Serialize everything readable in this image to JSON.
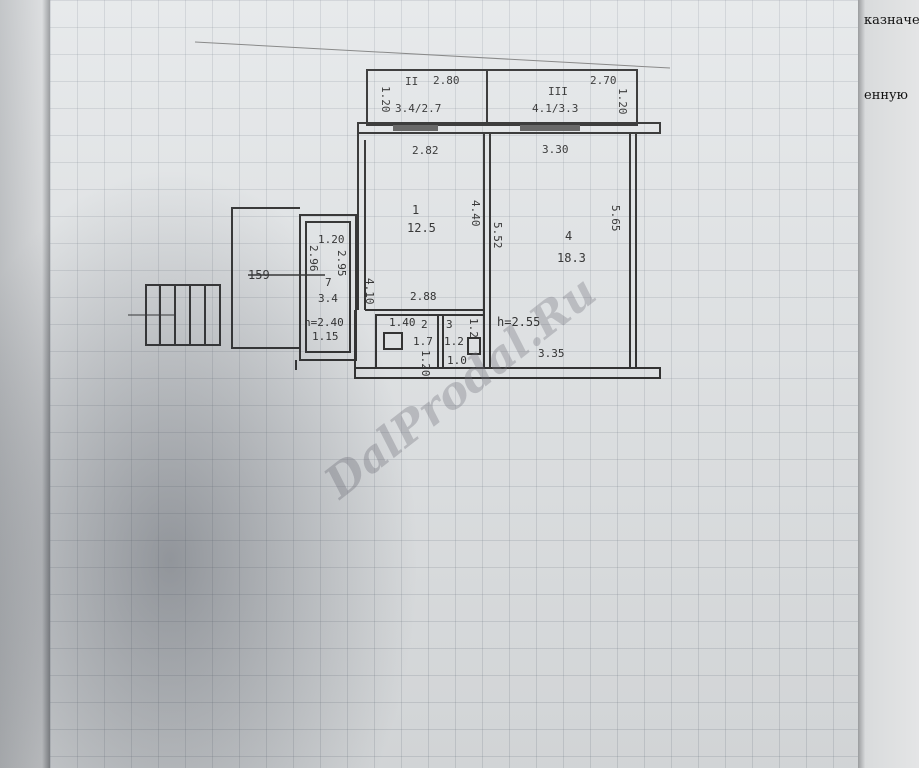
{
  "right_page": {
    "line1": "казначе",
    "line2": "енную"
  },
  "watermark": "DalProdal.Ru",
  "plan": {
    "balcony_2": {
      "number": "II",
      "area": "3.4/2.7",
      "width": "2.80",
      "depth": "1.20"
    },
    "balcony_3": {
      "number": "III",
      "area": "4.1/3.3",
      "width": "2.70",
      "depth": "1.20"
    },
    "room_1": {
      "number": "1",
      "area": "12.5",
      "top": "2.82",
      "side": "4.40",
      "bottom": "2.88",
      "left": "4.10"
    },
    "room_4": {
      "number": "4",
      "area": "18.3",
      "top": "3.30",
      "side_left": "5.52",
      "side_right": "5.65",
      "bottom": "3.35",
      "height": "h=2.55"
    },
    "room_2": {
      "number": "2",
      "area": "1.7",
      "width": "1.40",
      "depth": "1.20"
    },
    "room_3": {
      "number": "3",
      "area": "1.2",
      "width": "1.0",
      "depth": "1.2"
    },
    "corridor_7": {
      "number": "7",
      "area": "3.4",
      "width": "1.20",
      "side": "2.96",
      "side2": "2.95",
      "bottom": "1.15",
      "height": "h=2.40"
    },
    "entrance_label": "159"
  }
}
